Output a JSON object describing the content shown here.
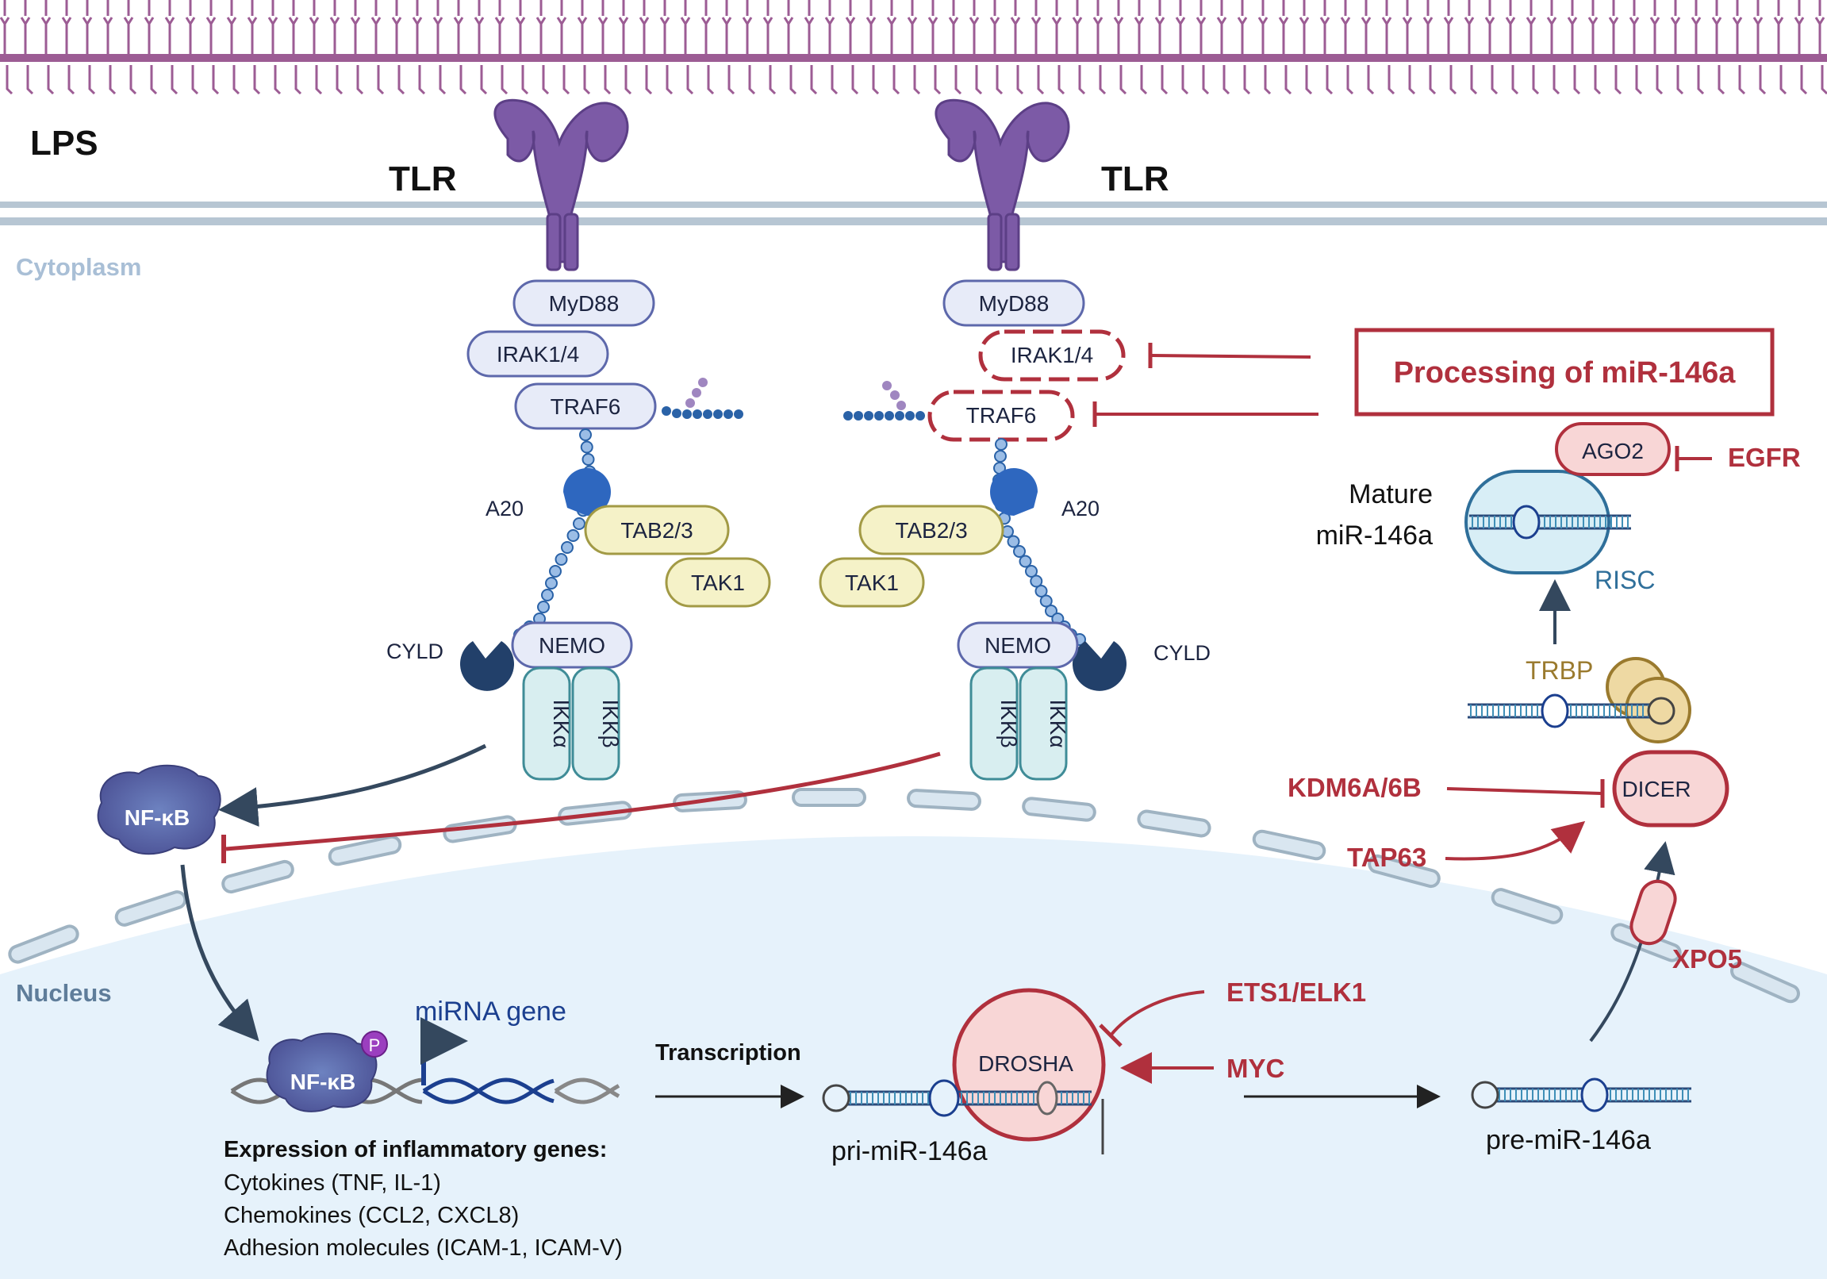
{
  "labels": {
    "lps": "LPS",
    "tlr_left": "TLR",
    "tlr_right": "TLR",
    "cytoplasm": "Cytoplasm",
    "nucleus": "Nucleus",
    "myd88": "MyD88",
    "irak": "IRAK1/4",
    "traf6": "TRAF6",
    "a20": "A20",
    "tab23": "TAB2/3",
    "tak1": "TAK1",
    "cyld": "CYLD",
    "nemo": "NEMO",
    "ikka": "IKKα",
    "ikkb": "IKKβ",
    "nfkb": "NF-κB",
    "phospho": "P",
    "mirna_gene": "miRNA gene",
    "transcription": "Transcription",
    "pri_mir": "pri-miR-146a",
    "pre_mir": "pre-miR-146a",
    "drosha": "DROSHA",
    "dicer": "DICER",
    "xpo5": "XPO5",
    "trbp": "TRBP",
    "ago2": "AGO2",
    "risc": "RISC",
    "mature_line1": "Mature",
    "mature_line2": "miR-146a",
    "processing": "Processing of miR-146a"
  },
  "regulators": {
    "egfr": "EGFR",
    "kdm6": "KDM6A/6B",
    "tap63": "TAP63",
    "ets1": "ETS1/ELK1",
    "myc": "MYC"
  },
  "expression": {
    "heading": "Expression of inflammatory genes:",
    "lines": [
      "Cytokines (TNF, IL-1)",
      "Chemokines (CCL2, CXCL8)",
      "Adhesion molecules (ICAM-1, ICAM-V)"
    ]
  },
  "colors": {
    "membrane": "#9c5c94",
    "receptor": "#7c5aa6",
    "adaptor_fill": "#e7ebf8",
    "adaptor_stroke": "#5d68ab",
    "tab_fill": "#f5f2c8",
    "tab_stroke": "#a29a45",
    "ikk_fill": "#d8eef0",
    "ikk_stroke": "#3f8c97",
    "inhibition": "#b0303d",
    "nucleus": "#e6f2fb",
    "risc": "#2f6f9a",
    "trbp": "#9a7a2e"
  }
}
